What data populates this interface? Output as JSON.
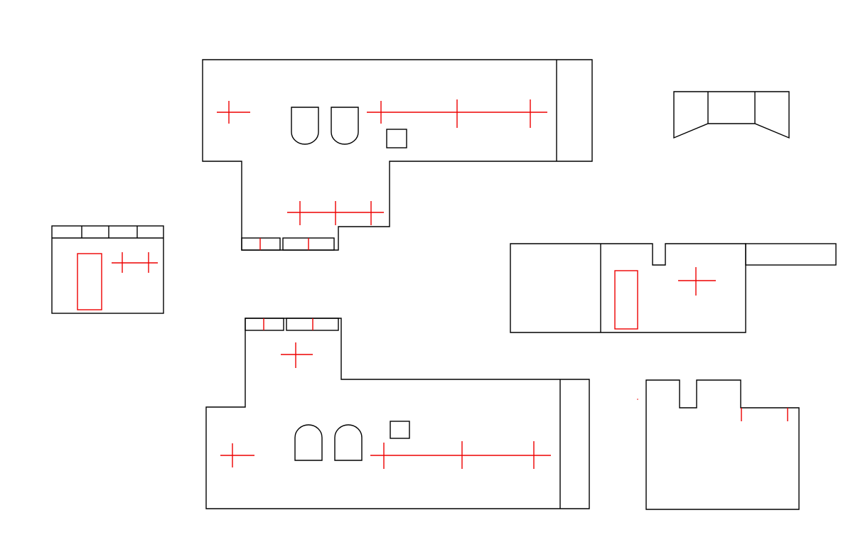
{
  "colors": {
    "background": "#ffffff",
    "outline": "#000000",
    "markup": "#ee0000"
  },
  "drawing": {
    "pieces": [
      {
        "name": "top-piece",
        "has_bench": true,
        "has_rounded_seats": true,
        "has_square_box": true
      },
      {
        "name": "bottom-piece",
        "has_bench": true,
        "has_rounded_seats": true,
        "has_square_box": true
      },
      {
        "name": "left-small-piece",
        "has_rectangle_mark": true
      },
      {
        "name": "right-middle-piece",
        "has_rectangle_mark": true
      },
      {
        "name": "top-right-bay-piece"
      },
      {
        "name": "bottom-right-notched-piece"
      }
    ]
  }
}
